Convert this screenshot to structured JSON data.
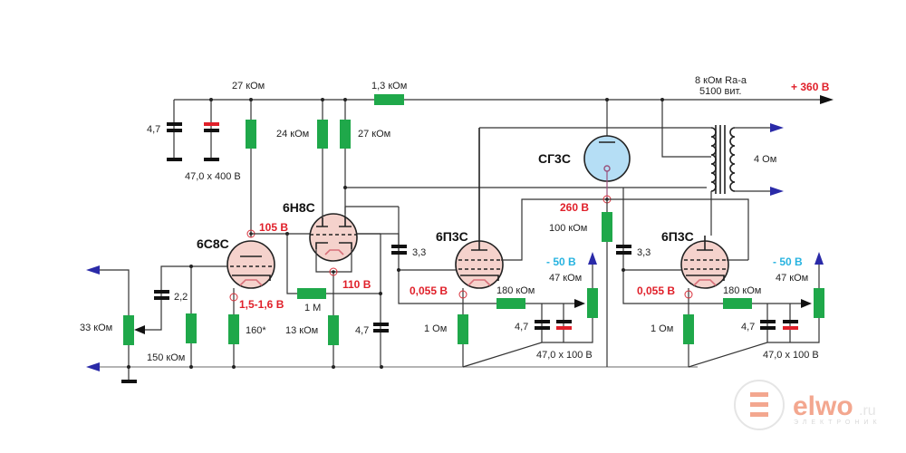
{
  "supply": {
    "voltage": "+ 360 В"
  },
  "transformer": {
    "primary": "8 кОм Ra-a",
    "turns": "5100 вит.",
    "secondary": "4 Ом"
  },
  "tubes": {
    "v1": "6С8С",
    "v2": "6Н8С",
    "v3": "6П3С",
    "v4": "6П3С",
    "reg": "СГ3С"
  },
  "components": {
    "c_in_4_7": "4,7",
    "c_filter": "47,0 x 400 В",
    "r_27k_top": "27 кОм",
    "r_1_3k": "1,3 кОм",
    "r_24k": "24 кОм",
    "r_27k": "27 кОм",
    "pot_33k": "33 кОм",
    "c_2_2": "2,2",
    "r_150k": "150 кОм",
    "r_160": "160*",
    "r_1m": "1 М",
    "r_13k": "13 кОм",
    "c_4_7_mid": "4,7",
    "c_3_3_a": "3,3",
    "c_3_3_b": "3,3",
    "r_100k": "100 кОм",
    "r_1ohm_a": "1 Ом",
    "r_1ohm_b": "1 Ом",
    "r_180k_a": "180 кОм",
    "r_180k_b": "180 кОм",
    "pot_47k_a": "47 кОм",
    "pot_47k_b": "47 кОм",
    "c_4_7_a": "4,7",
    "c_4_7_b": "4,7",
    "c_47_100_a": "47,0 x 100 В",
    "c_47_100_b": "47,0 x 100 В"
  },
  "voltages": {
    "v1_anode": "105 В",
    "v1_cathode": "1,5-1,6 В",
    "v2_cathode": "110 В",
    "reg": "260 В",
    "v3_cathode": "0,055 В",
    "v4_cathode": "0,055 В",
    "bias_a": "- 50 В",
    "bias_b": "- 50 В"
  },
  "watermark": {
    "brand": "elwo",
    "tld": ".ru",
    "tagline": "ЭЛЕКТРОНИК"
  },
  "colors": {
    "resistor": "#1fa84a",
    "voltage": "#e0202a",
    "bias": "#27b3e0",
    "arrow": "#2a2aa8"
  }
}
